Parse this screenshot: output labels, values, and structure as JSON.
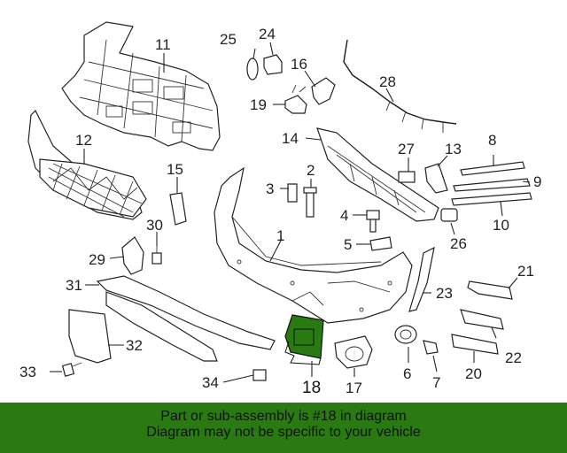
{
  "colors": {
    "banner_bg": "#2a7a12",
    "highlight_part": "#2a7a12",
    "line": "#222222"
  },
  "parts": [
    {
      "callout": "1"
    },
    {
      "callout": "2"
    },
    {
      "callout": "3"
    },
    {
      "callout": "4"
    },
    {
      "callout": "5"
    },
    {
      "callout": "6"
    },
    {
      "callout": "7"
    },
    {
      "callout": "8"
    },
    {
      "callout": "9"
    },
    {
      "callout": "10"
    },
    {
      "callout": "11"
    },
    {
      "callout": "12"
    },
    {
      "callout": "13"
    },
    {
      "callout": "14"
    },
    {
      "callout": "15"
    },
    {
      "callout": "16"
    },
    {
      "callout": "17"
    },
    {
      "callout": "18",
      "highlighted": true
    },
    {
      "callout": "19"
    },
    {
      "callout": "20"
    },
    {
      "callout": "21"
    },
    {
      "callout": "22"
    },
    {
      "callout": "23"
    },
    {
      "callout": "24"
    },
    {
      "callout": "25"
    },
    {
      "callout": "26"
    },
    {
      "callout": "27"
    },
    {
      "callout": "28"
    },
    {
      "callout": "29"
    },
    {
      "callout": "30"
    },
    {
      "callout": "31"
    },
    {
      "callout": "32"
    },
    {
      "callout": "33"
    },
    {
      "callout": "34"
    }
  ],
  "banner": {
    "line1": "Part or sub-assembly is #18 in diagram",
    "line2": "Diagram may not be specific to your vehicle"
  }
}
